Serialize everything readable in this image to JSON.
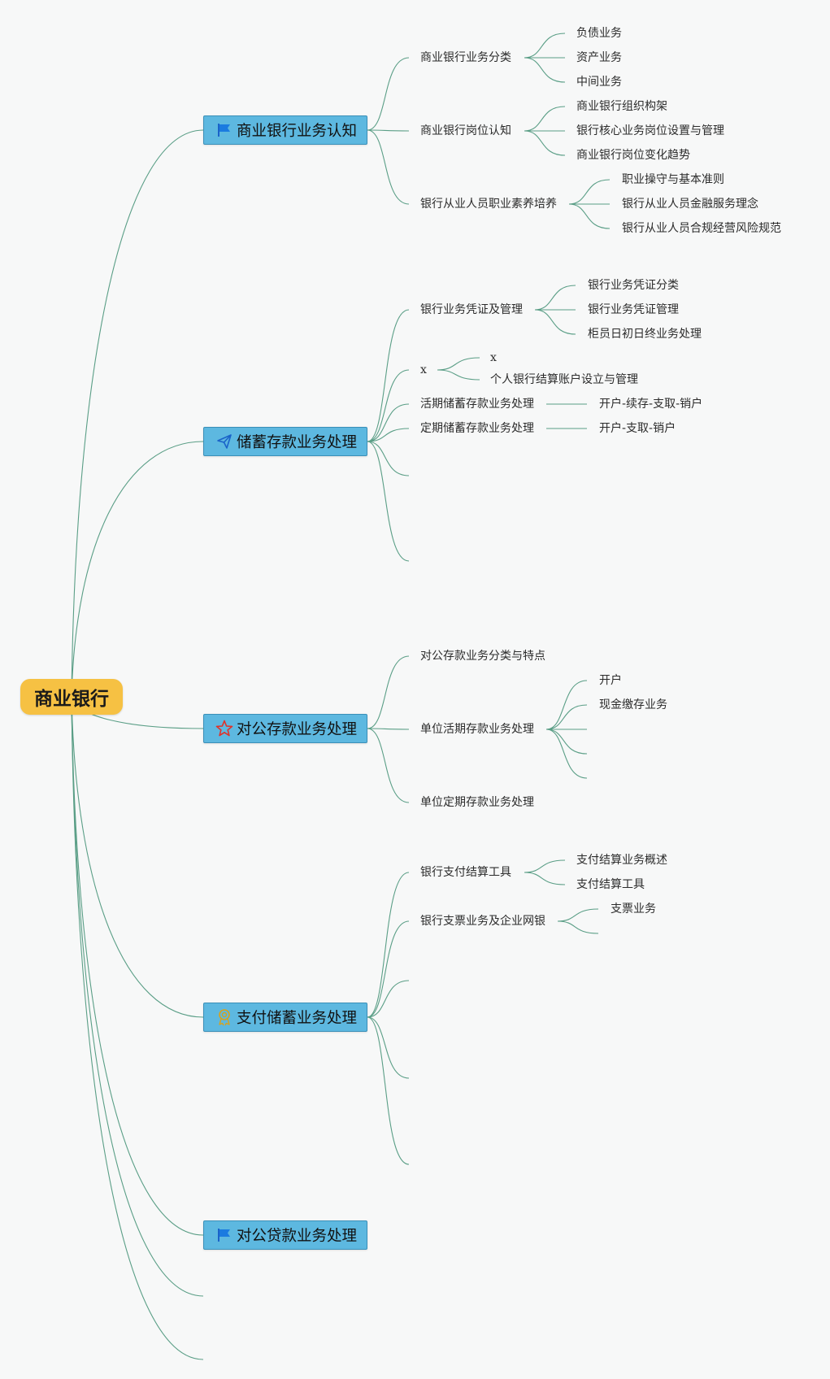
{
  "root": {
    "title": "商业银行"
  },
  "colors": {
    "line": "#5a9e86",
    "root": "#f6c143",
    "topic": "#5db8e0"
  },
  "topics": [
    {
      "title": "商业银行业务认知",
      "icon": "flag-icon",
      "subs": [
        {
          "label": "商业银行业务分类",
          "leaves": [
            "负债业务",
            "资产业务",
            "中间业务"
          ]
        },
        {
          "label": "商业银行岗位认知",
          "leaves": [
            "商业银行组织构架",
            "银行核心业务岗位设置与管理",
            "商业银行岗位变化趋势"
          ]
        },
        {
          "label": "银行从业人员职业素养培养",
          "leaves": [
            "职业操守与基本准则",
            "银行从业人员金融服务理念",
            "银行从业人员合规经营风险规范"
          ]
        }
      ]
    },
    {
      "title": "储蓄存款业务处理",
      "icon": "paper-plane-icon",
      "subs": [
        {
          "label": "银行业务凭证及管理",
          "leaves": [
            "银行业务凭证分类",
            "银行业务凭证管理",
            "柜员日初日终业务处理"
          ]
        },
        {
          "label": "x",
          "leaves": [
            "x",
            "个人银行结算账户设立与管理"
          ]
        },
        {
          "label": "活期储蓄存款业务处理",
          "leaves": [
            "开户-续存-支取-销户"
          ]
        },
        {
          "label": "定期储蓄存款业务处理",
          "leaves": [
            "开户-支取-销户"
          ]
        }
      ]
    },
    {
      "title": "对公存款业务处理",
      "icon": "star-icon",
      "subs": [
        {
          "label": "对公存款业务分类与特点",
          "leaves": []
        },
        {
          "label": "单位活期存款业务处理",
          "leaves": [
            "开户",
            "现金缴存业务"
          ]
        },
        {
          "label": "单位定期存款业务处理",
          "leaves": []
        }
      ]
    },
    {
      "title": "支付储蓄业务处理",
      "icon": "award-icon",
      "subs": [
        {
          "label": "银行支付结算工具",
          "leaves": [
            "支付结算业务概述",
            "支付结算工具"
          ]
        },
        {
          "label": "银行支票业务及企业网银",
          "leaves": [
            "支票业务"
          ]
        }
      ]
    },
    {
      "title": "对公贷款业务处理",
      "icon": "flag-icon",
      "subs": []
    }
  ]
}
